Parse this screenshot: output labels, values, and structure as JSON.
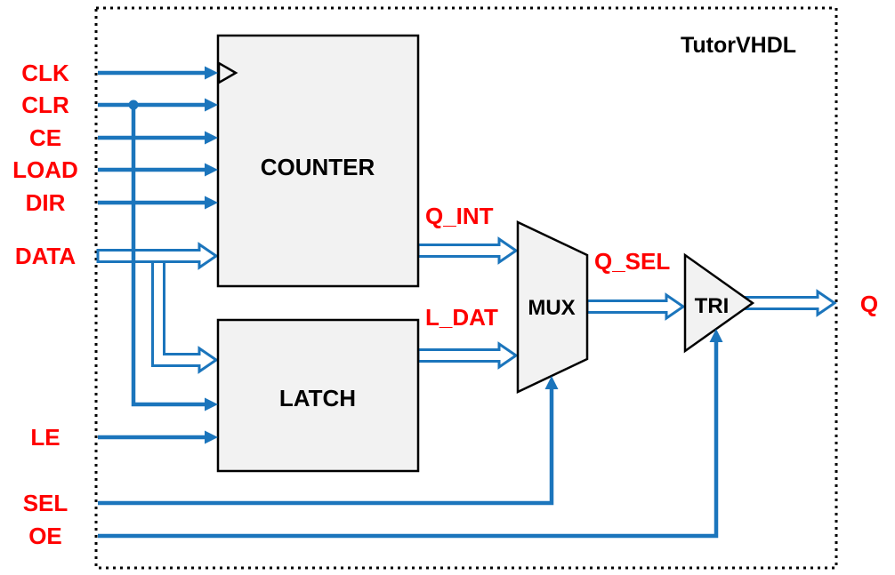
{
  "title": "TutorVHDL",
  "colors": {
    "signal_blue": "#1B75BC",
    "label_red": "#FF0000",
    "block_fill": "#F2F2F2",
    "block_stroke": "#000000",
    "boundary_stroke": "#000000",
    "background": "#FFFFFF"
  },
  "inputs": {
    "clk": "CLK",
    "clr": "CLR",
    "ce": "CE",
    "load": "LOAD",
    "dir": "DIR",
    "data": "DATA",
    "le": "LE",
    "sel": "SEL",
    "oe": "OE"
  },
  "blocks": {
    "counter": "COUNTER",
    "latch": "LATCH",
    "mux": "MUX",
    "tri": "TRI"
  },
  "signals": {
    "q_int": "Q_INT",
    "l_dat": "L_DAT",
    "q_sel": "Q_SEL"
  },
  "output": {
    "q": "Q"
  }
}
